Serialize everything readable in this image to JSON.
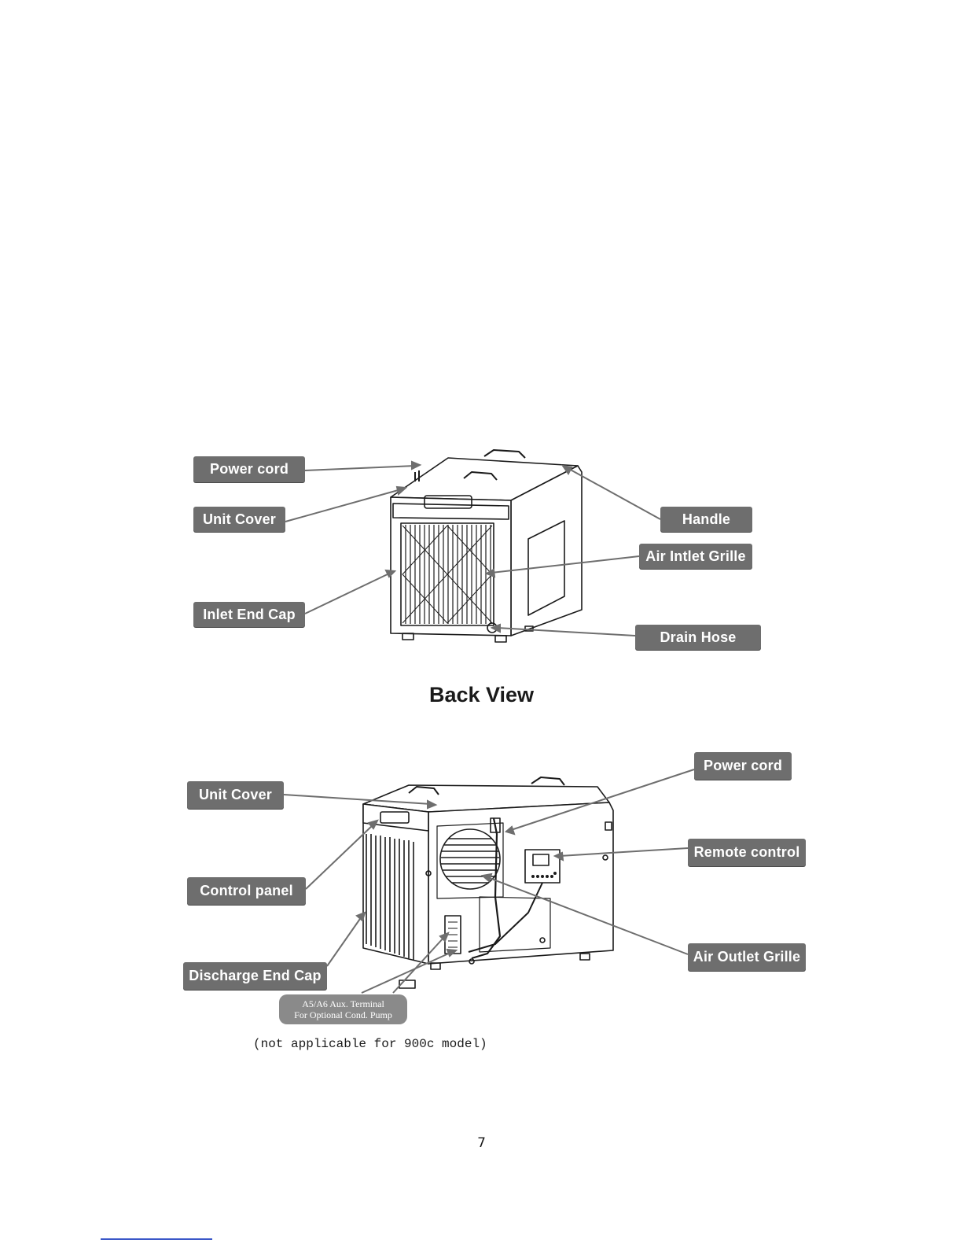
{
  "front_view": {
    "labels": {
      "power_cord": "Power cord",
      "unit_cover": "Unit Cover",
      "inlet_end_cap": "Inlet End Cap",
      "handle": "Handle",
      "air_inlet_grille": "Air Intlet Grille",
      "drain_hose": "Drain Hose"
    }
  },
  "back_view": {
    "title": "Back View",
    "labels": {
      "power_cord": "Power cord",
      "unit_cover": "Unit Cover",
      "control_panel": "Control panel",
      "discharge_end_cap": "Discharge End Cap",
      "remote_control": "Remote control",
      "air_outlet_grille": "Air Outlet Grille"
    },
    "aux_terminal": {
      "line1": "A5/A6 Aux. Terminal",
      "line2": "For Optional Cond. Pump"
    },
    "note": "(not applicable for 900c model)"
  },
  "page_number": "7"
}
